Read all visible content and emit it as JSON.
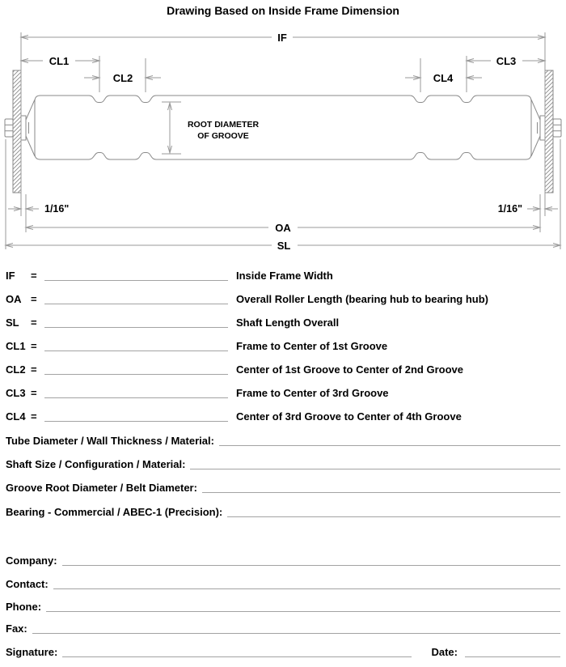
{
  "title": "Drawing Based on Inside Frame Dimension",
  "colors": {
    "outline": "#8a8a8a",
    "dimension_line": "#9a9a9a",
    "field_underline": "#a3a3a3",
    "text": "#000000"
  },
  "diagram": {
    "if_label": "IF",
    "cl1_label": "CL1",
    "cl2_label": "CL2",
    "cl3_label": "CL3",
    "cl4_label": "CL4",
    "oa_label": "OA",
    "sl_label": "SL",
    "root_diameter_line1": "ROOT DIAMETER",
    "root_diameter_line2": "OF GROOVE",
    "left_gap_label": "1/16\"",
    "right_gap_label": "1/16\""
  },
  "dimension_rows": [
    {
      "label": "IF",
      "equals": "=",
      "value": "",
      "description": "Inside Frame Width"
    },
    {
      "label": "OA",
      "equals": "=",
      "value": "",
      "description": "Overall Roller Length (bearing hub to bearing hub)"
    },
    {
      "label": "SL",
      "equals": "=",
      "value": "",
      "description": "Shaft Length Overall"
    },
    {
      "label": "CL1",
      "equals": "=",
      "value": "",
      "description": "Frame to Center of 1st Groove"
    },
    {
      "label": "CL2",
      "equals": "=",
      "value": "",
      "description": "Center of 1st Groove to Center of 2nd Groove"
    },
    {
      "label": "CL3",
      "equals": "=",
      "value": "",
      "description": "Frame to Center of 3rd Groove"
    },
    {
      "label": "CL4",
      "equals": "=",
      "value": "",
      "description": "Center of 3rd Groove to Center of 4th Groove"
    }
  ],
  "spec_rows": [
    {
      "label": "Tube Diameter / Wall Thickness / Material:",
      "value": ""
    },
    {
      "label": "Shaft Size / Configuration / Material:",
      "value": ""
    },
    {
      "label": "Groove Root Diameter / Belt Diameter:",
      "value": ""
    },
    {
      "label": "Bearing - Commercial / ABEC-1 (Precision):",
      "value": ""
    }
  ],
  "contact_rows": [
    {
      "label": "Company:",
      "value": ""
    },
    {
      "label": "Contact:",
      "value": ""
    },
    {
      "label": "Phone:",
      "value": ""
    },
    {
      "label": "Fax:",
      "value": ""
    }
  ],
  "signature_row": {
    "label": "Signature:",
    "value": "",
    "date_label": "Date:",
    "date_value": ""
  }
}
